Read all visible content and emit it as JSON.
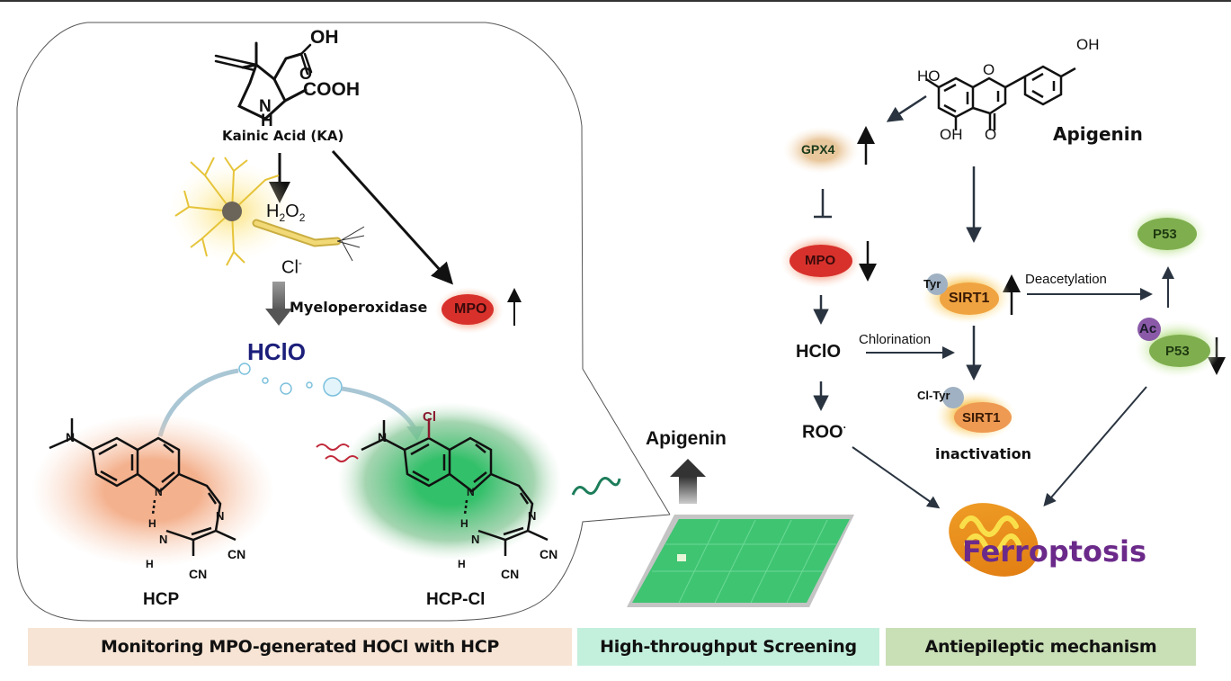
{
  "figure": {
    "panels": [
      {
        "id": "monitoring",
        "title": "Monitoring MPO-generated HOCl with HCP",
        "color": "#f7e4d4"
      },
      {
        "id": "screening",
        "title": "High-throughput Screening",
        "color": "#c3f0dd"
      },
      {
        "id": "mechanism",
        "title": "Antiepileptic mechanism",
        "color": "#c9dfb6"
      }
    ]
  },
  "left_panel": {
    "kainic_acid": {
      "oh_label": "OH",
      "cooh_label": "COOH",
      "n_label": "N",
      "h_label": "H",
      "name": "Kainic Acid (KA)"
    },
    "h2o2": {
      "main": "H",
      "sub1": "2",
      "mid": "O",
      "sub2": "2"
    },
    "chloride": {
      "main": "Cl",
      "sup": "-"
    },
    "enzyme_label": "Myeloperoxidase",
    "mpo_badge": "MPO",
    "mpo_trend": "up",
    "hclo": "HClO",
    "probe": {
      "name": "HCP",
      "atoms": {
        "n": "N",
        "h": "H",
        "cn": "CN"
      }
    },
    "product": {
      "name": "HCP-Cl",
      "cl": "Cl",
      "atoms": {
        "n": "N",
        "h": "H",
        "cn": "CN"
      }
    }
  },
  "middle_panel": {
    "hit_label": "Apigenin"
  },
  "right_panel": {
    "apigenin": {
      "ho_label": "HO",
      "oh_top": "OH",
      "oh_bottom": "OH",
      "o_bottom": "O",
      "o_ring": "O",
      "name": "Apigenin"
    },
    "gpx4": {
      "label": "GPX4",
      "trend": "up"
    },
    "mpo": {
      "label": "MPO",
      "trend": "down"
    },
    "hclo": "HClO",
    "roo": {
      "main": "ROO",
      "sup": "·"
    },
    "chlorination": "Chlorination",
    "sirt1_active": {
      "label": "SIRT1",
      "tag": "Tyr",
      "trend": "up"
    },
    "deacetylation": "Deacetylation",
    "sirt1_inactive": {
      "label": "SIRT1",
      "tag": "Cl-Tyr",
      "status": "inactivation"
    },
    "p53_top": {
      "label": "P53"
    },
    "p53_ac": {
      "label": "P53",
      "tag": "Ac",
      "trend": "down"
    },
    "outcome": "Ferroptosis"
  },
  "colors": {
    "mpo_red": "#d8312c",
    "hcp_orange": "#f2a77f",
    "hcp_cl_green": "#3fbf68",
    "hclo_blue": "#1c1f7a",
    "sirt1_orange": "#f0a441",
    "p53_green": "#7fae4f",
    "ferroptosis_purple": "#6b2a8a"
  }
}
